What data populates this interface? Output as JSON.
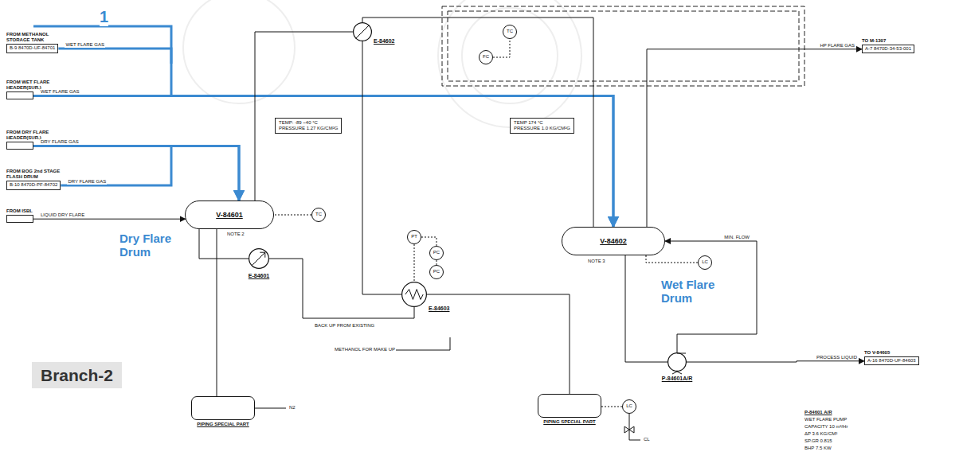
{
  "diagram": {
    "nodes": [
      {
        "text": [
          "FROM METHANOL STORAGE TANK",
          "B-9 8470D-UF-84701"
        ]
      },
      {
        "text": [
          "FROM WET FLARE HEADER(SUR.)"
        ]
      },
      {
        "text": [
          "FROM DRY FLARE HEADER(SUR.)"
        ]
      },
      {
        "text": [
          "FROM BOG 2nd STAGE FLASH DRUM",
          "B-10 8470D-PF-84702"
        ]
      },
      {
        "text": [
          "FROM ISBL"
        ]
      },
      {
        "text": [
          "V-84601"
        ]
      },
      {
        "text": [
          "V-84602"
        ]
      },
      {
        "text": [
          "TEMP: -89 ~40 °C",
          "PRESSURE 1.27 KG/CM²G"
        ]
      },
      {
        "text": [
          "TEMP 174 °C",
          "PRESSURE 1.0 KG/CM²G"
        ]
      },
      {
        "text": [
          "E-84601"
        ]
      },
      {
        "text": [
          "E-84602"
        ]
      },
      {
        "text": [
          "E-84603"
        ]
      },
      {
        "text": [
          "P-84601A/R"
        ]
      },
      {
        "text": [
          "TO M-1307",
          "A-7 8470D-34-53-001"
        ]
      },
      {
        "text": [
          "TO V-84605",
          "A-16 8470D-UF-84603"
        ]
      },
      {
        "text": [
          "PIPING SPECIAL PART"
        ]
      },
      {
        "text": [
          "PIPING SPECIAL PART"
        ]
      },
      {
        "text": [
          "TC"
        ]
      },
      {
        "text": [
          "FC"
        ]
      },
      {
        "text": [
          "TC"
        ]
      },
      {
        "text": [
          "LC"
        ]
      },
      {
        "text": [
          "PT"
        ]
      },
      {
        "text": [
          "PC"
        ]
      },
      {
        "text": [
          "PC"
        ]
      },
      {
        "text": [
          "LC"
        ]
      },
      {
        "text": [
          "Branch-2"
        ]
      }
    ],
    "edges": [
      {
        "from": 0,
        "to": 6,
        "arrow": "to",
        "label": "WET FLARE GAS"
      },
      {
        "from": 1,
        "to": 6,
        "arrow": "to",
        "label": "WET FLARE GAS"
      },
      {
        "from": 2,
        "to": 5,
        "arrow": "to",
        "label": "DRY FLARE GAS"
      },
      {
        "from": 3,
        "to": 5,
        "arrow": "to",
        "label": "DRY FLARE GAS"
      },
      {
        "from": 4,
        "to": 5,
        "arrow": "to",
        "label": "LIQUID DRY FLARE"
      },
      {
        "from": 6,
        "to": 13,
        "arrow": "to",
        "label": "HP FLARE GAS"
      },
      {
        "from": 6,
        "to": 12,
        "arrow": "none"
      },
      {
        "from": 12,
        "to": 14,
        "arrow": "to",
        "label": "PROCESS LIQUID"
      },
      {
        "from": 12,
        "to": 6,
        "arrow": "to",
        "label": "MIN. FLOW"
      },
      {
        "from": 5,
        "to": 9,
        "arrow": "none"
      },
      {
        "from": 9,
        "to": 11,
        "arrow": "none"
      },
      {
        "from": 10,
        "to": 5,
        "arrow": "none"
      },
      {
        "from": 10,
        "to": 6,
        "arrow": "none"
      },
      {
        "from": 10,
        "to": 11,
        "arrow": "none"
      },
      {
        "from": 5,
        "to": 15,
        "arrow": "none"
      },
      {
        "from": 16,
        "to": 11,
        "arrow": "none"
      },
      {
        "from": 24,
        "to": 16,
        "arrow": "none"
      },
      {
        "from": 19,
        "to": 5,
        "arrow": "none"
      },
      {
        "from": 18,
        "to": 17,
        "arrow": "none"
      },
      {
        "from": 21,
        "to": 11,
        "arrow": "none"
      },
      {
        "from": 22,
        "to": 21,
        "arrow": "none"
      },
      {
        "from": 23,
        "to": 22,
        "arrow": "none"
      },
      {
        "from": 20,
        "to": 6,
        "arrow": "none"
      }
    ],
    "labels": [
      "1",
      "Dry Flare Drum",
      "Wet Flare Drum",
      "NOTE 2",
      "NOTE 3",
      "N2",
      "BACK UP FROM EXISTING",
      "METHANOL FOR MAKE UP",
      "CL",
      "P-84601 A/R",
      "WET FLARE PUMP",
      "CAPACITY 10 m³/Hr",
      "ΔP 3.6 KG/CM²",
      "SP.GR 0.815",
      "BHP 7.5 KW"
    ]
  }
}
